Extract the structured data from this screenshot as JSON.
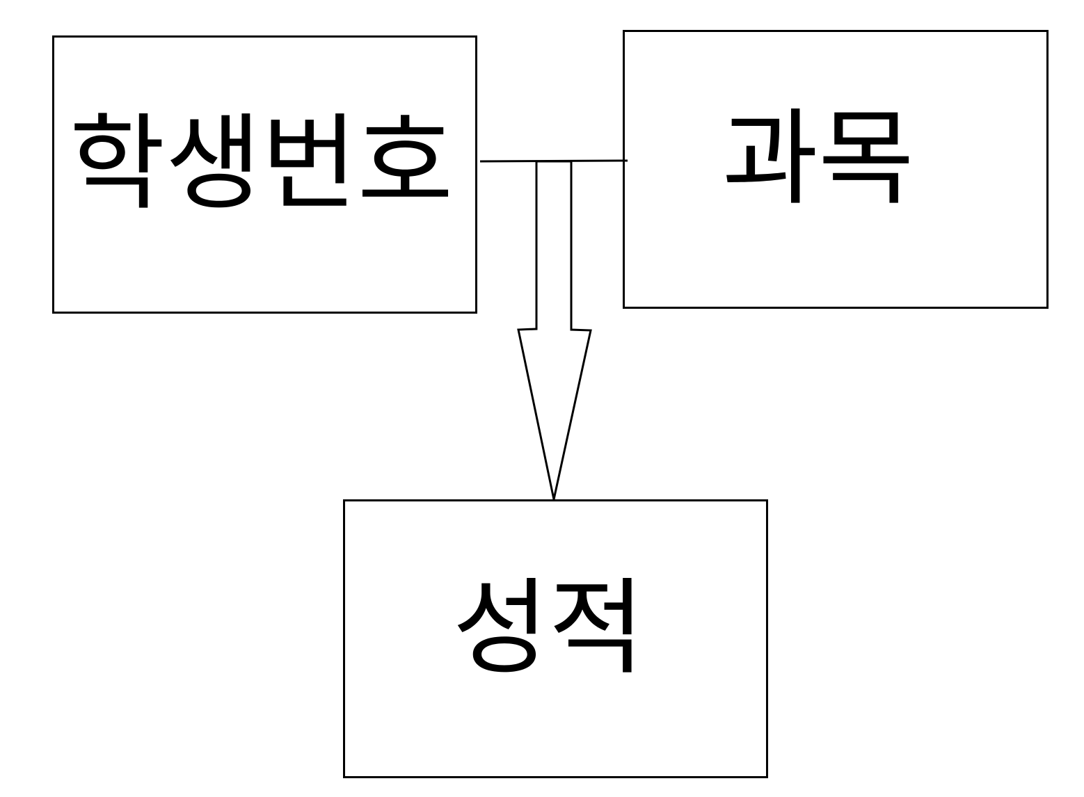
{
  "diagram": {
    "entities": [
      {
        "id": "student",
        "label": "학생번호"
      },
      {
        "id": "subject",
        "label": "과목"
      },
      {
        "id": "grade",
        "label": "성적"
      }
    ],
    "colors": {
      "stroke": "#000000",
      "fill": "#ffffff"
    }
  }
}
